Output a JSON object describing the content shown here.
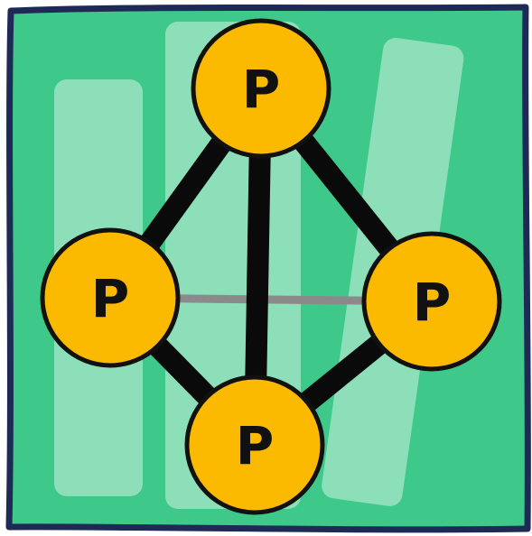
{
  "diagram": {
    "colors": {
      "background": "#3ec98b",
      "frame_border": "#1e2a55",
      "stripe": "#a8e6c8",
      "node_fill": "#fbb900",
      "node_stroke": "#111111",
      "bond_black": "#0a0a0a",
      "bond_gray": "#8a8a8a"
    },
    "nodes": [
      {
        "id": "top",
        "label": "P"
      },
      {
        "id": "left",
        "label": "P"
      },
      {
        "id": "right",
        "label": "P"
      },
      {
        "id": "bottom",
        "label": "P"
      }
    ],
    "edges": [
      {
        "from": "top",
        "to": "left",
        "style": "thick-black"
      },
      {
        "from": "top",
        "to": "right",
        "style": "thick-black"
      },
      {
        "from": "top",
        "to": "bottom",
        "style": "thick-black"
      },
      {
        "from": "left",
        "to": "bottom",
        "style": "thick-black"
      },
      {
        "from": "right",
        "to": "bottom",
        "style": "thick-black"
      },
      {
        "from": "left",
        "to": "right",
        "style": "thin-gray"
      }
    ]
  }
}
